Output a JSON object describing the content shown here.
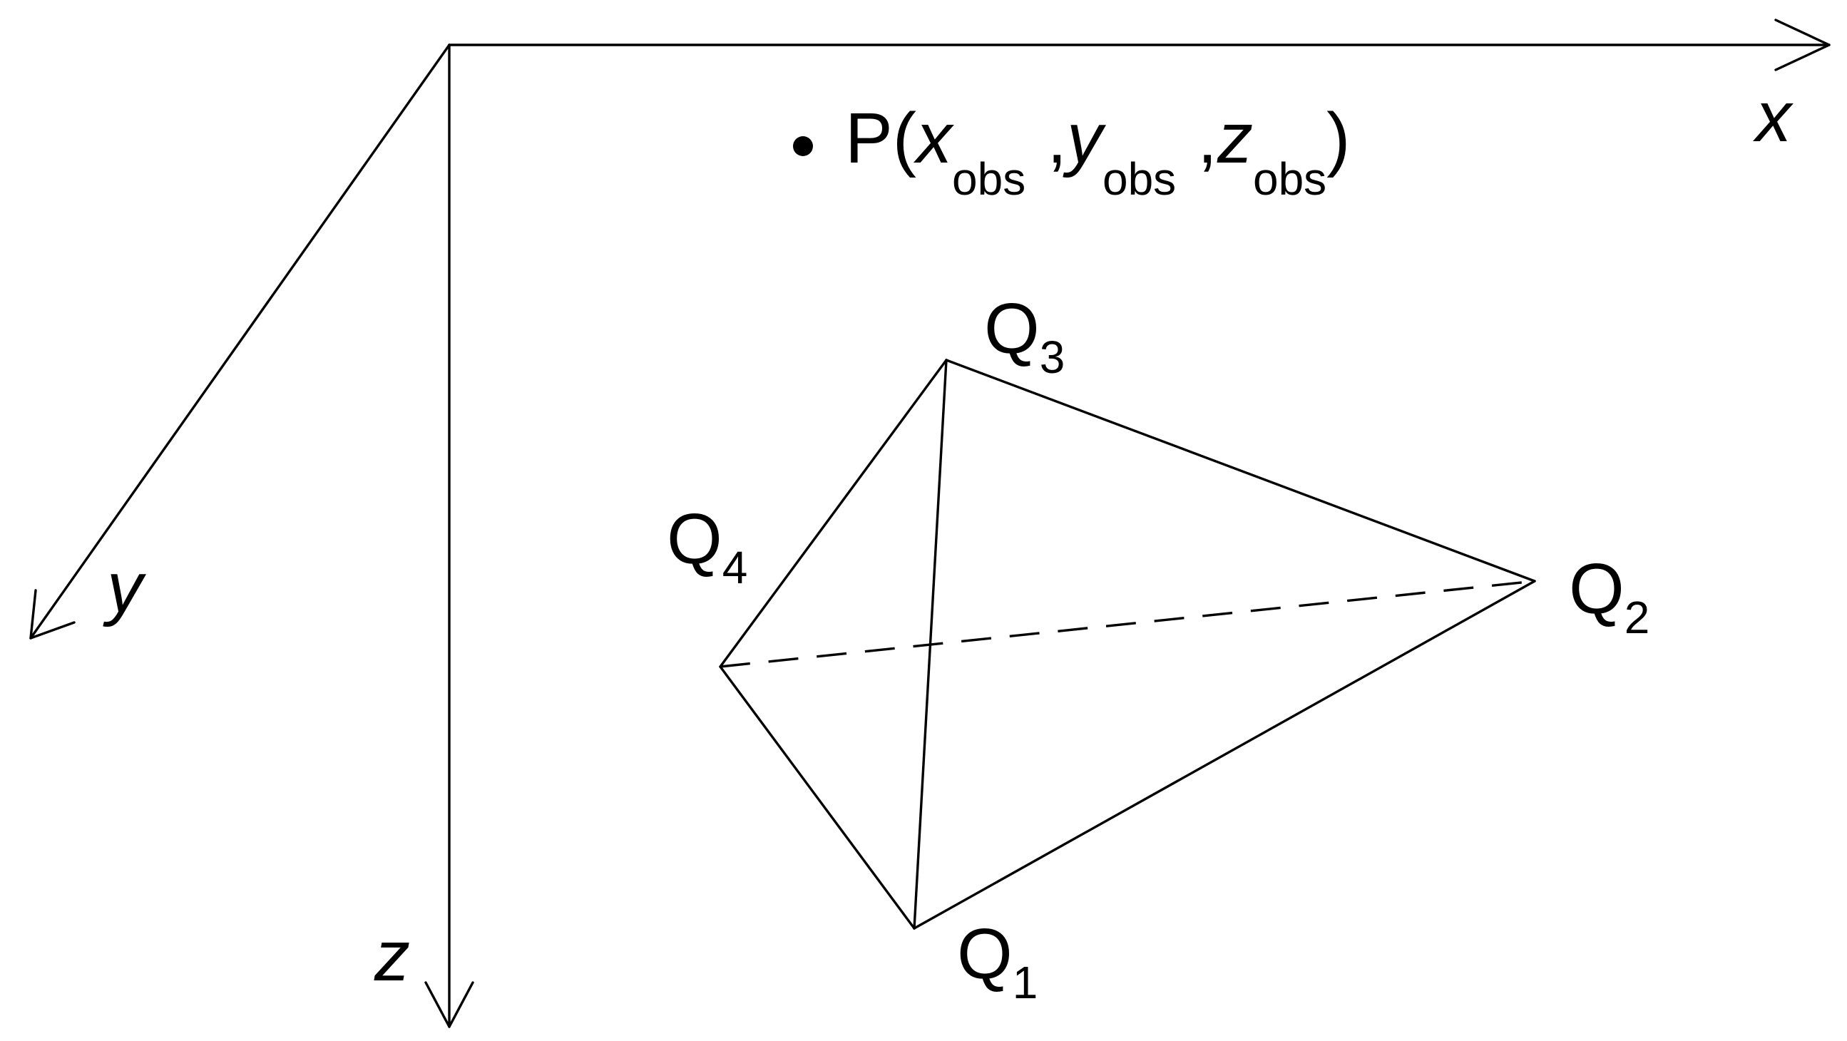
{
  "axes": {
    "x_label": "x",
    "y_label": "y",
    "z_label": "z"
  },
  "observation_point": {
    "label_main": "P(",
    "coord_x": "x",
    "coord_y": "y",
    "coord_z": "z",
    "subscript": "obs",
    "separator": ",",
    "close": ")"
  },
  "vertices": {
    "q1": {
      "letter": "Q",
      "index": "1"
    },
    "q2": {
      "letter": "Q",
      "index": "2"
    },
    "q3": {
      "letter": "Q",
      "index": "3"
    },
    "q4": {
      "letter": "Q",
      "index": "4"
    }
  },
  "colors": {
    "stroke": "#000000",
    "background": "#ffffff"
  }
}
